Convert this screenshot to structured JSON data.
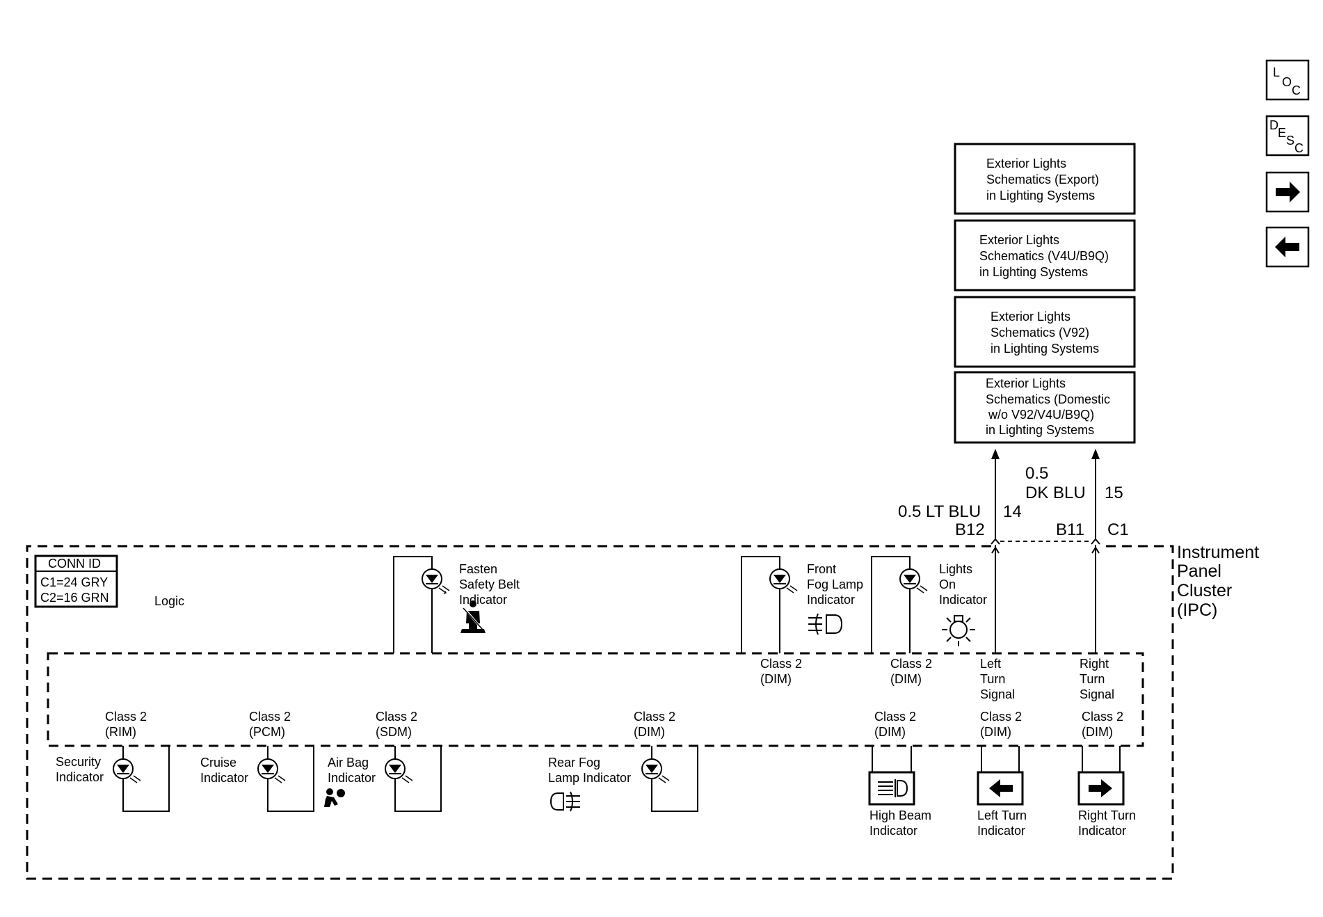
{
  "nav": {
    "loc": {
      "a": "L",
      "b": "O",
      "c": "C"
    },
    "desc": {
      "a": "D",
      "b": "E",
      "c": "S",
      "d": "C"
    },
    "next_icon": "arrow-right-icon",
    "prev_icon": "arrow-left-icon"
  },
  "ref_boxes": [
    {
      "lines": [
        "Exterior Lights",
        "Schematics (Export)",
        "in Lighting Systems"
      ]
    },
    {
      "lines": [
        "Exterior Lights",
        "Schematics (V4U/B9Q)",
        "in Lighting Systems"
      ]
    },
    {
      "lines": [
        "Exterior Lights",
        "Schematics (V92)",
        "in Lighting Systems"
      ]
    },
    {
      "lines": [
        "Exterior Lights",
        "Schematics (Domestic",
        "w/o V92/V4U/B9Q)",
        "in Lighting Systems"
      ]
    }
  ],
  "wires": {
    "left": {
      "size_color": "0.5 LT BLU",
      "circuit": "14",
      "pin": "B12"
    },
    "right": {
      "size": "0.5",
      "color": "DK BLU",
      "circuit": "15",
      "pin": "B11",
      "connector": "C1"
    }
  },
  "ipc": {
    "title_lines": [
      "Instrument",
      "Panel",
      "Cluster",
      "(IPC)"
    ]
  },
  "conn_id": {
    "title": "CONN ID",
    "lines": [
      "C1=24 GRY",
      "C2=16 GRN"
    ]
  },
  "logic_label": "Logic",
  "upper_indicators": [
    {
      "lines": [
        "Fasten",
        "Safety Belt",
        "Indicator"
      ],
      "icon": "seatbelt-icon"
    },
    {
      "lines": [
        "Front",
        "Fog Lamp",
        "Indicator"
      ],
      "icon": "front-fog-lamp-icon",
      "source": [
        "Class 2",
        "(DIM)"
      ]
    },
    {
      "lines": [
        "Lights",
        "On",
        "Indicator"
      ],
      "icon": "lights-on-icon",
      "source": [
        "Class 2",
        "(DIM)"
      ]
    }
  ],
  "turn_signal_labels": [
    [
      "Left",
      "Turn",
      "Signal"
    ],
    [
      "Right",
      "Turn",
      "Signal"
    ]
  ],
  "lower_indicators": [
    {
      "source": [
        "Class 2",
        "(RIM)"
      ],
      "lines": [
        "Security",
        "Indicator"
      ]
    },
    {
      "source": [
        "Class 2",
        "(PCM)"
      ],
      "lines": [
        "Cruise",
        "Indicator"
      ]
    },
    {
      "source": [
        "Class 2",
        "(SDM)"
      ],
      "lines": [
        "Air Bag",
        "Indicator"
      ],
      "icon": "airbag-icon"
    },
    {
      "source": [
        "Class 2",
        "(DIM)"
      ],
      "lines": [
        "Rear Fog",
        "Lamp Indicator"
      ],
      "icon": "rear-fog-lamp-icon"
    },
    {
      "source": [
        "Class 2",
        "(DIM)"
      ],
      "lines": [
        "High Beam",
        "Indicator"
      ],
      "icon": "high-beam-icon"
    },
    {
      "source": [
        "Class 2",
        "(DIM)"
      ],
      "lines": [
        "Left Turn",
        "Indicator"
      ],
      "icon": "left-turn-arrow-icon"
    },
    {
      "source": [
        "Class 2",
        "(DIM)"
      ],
      "lines": [
        "Right Turn",
        "Indicator"
      ],
      "icon": "right-turn-arrow-icon"
    }
  ]
}
